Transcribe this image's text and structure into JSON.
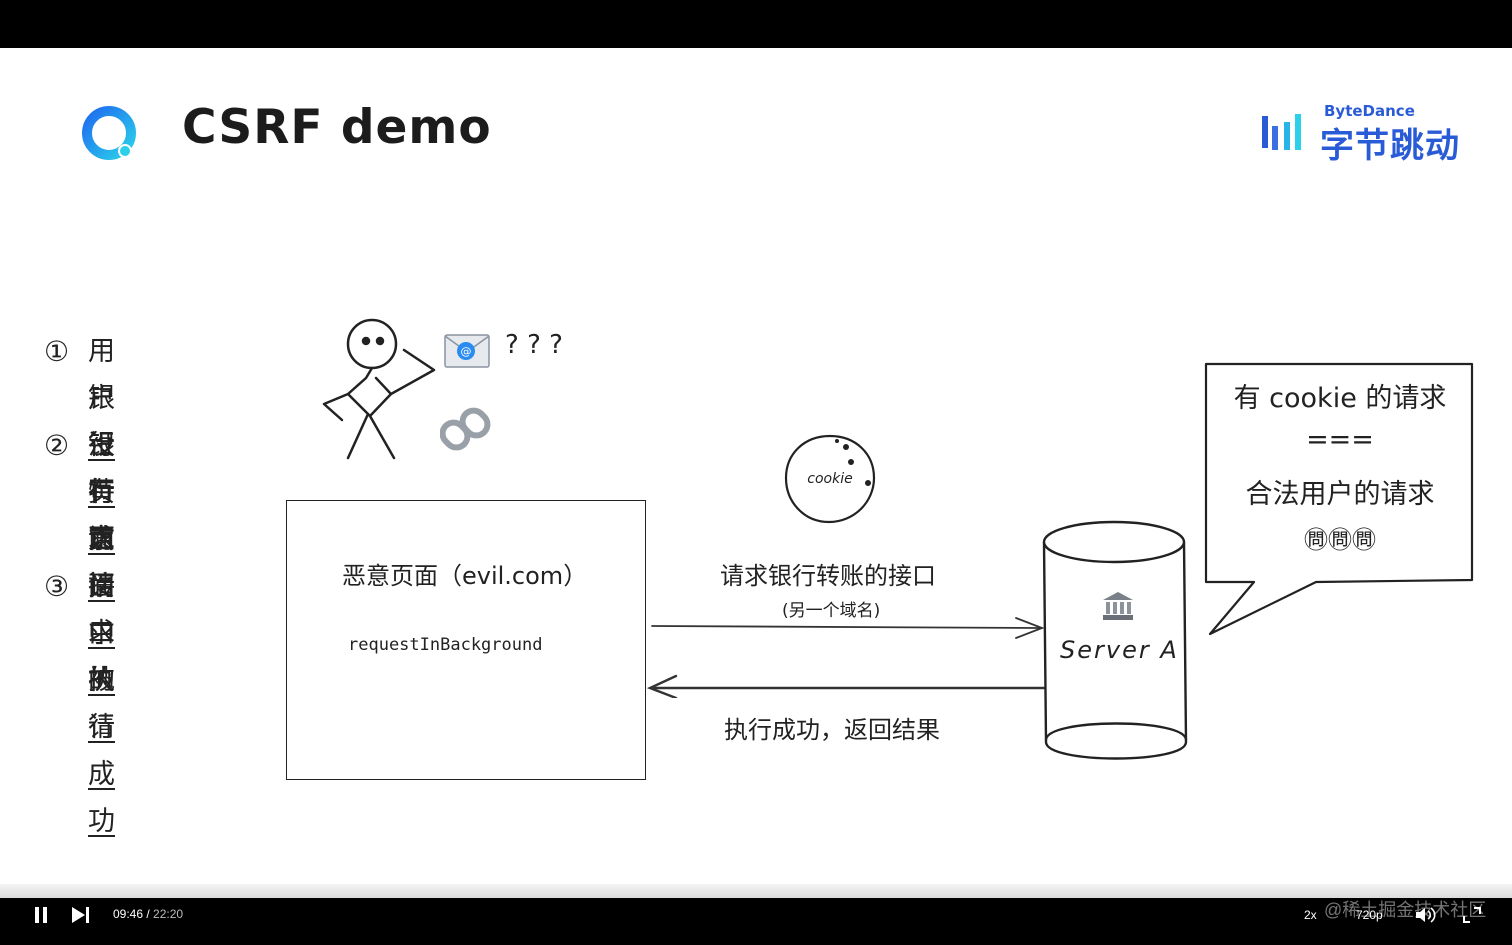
{
  "slide": {
    "title": "CSRF demo",
    "brand": {
      "en": "ByteDance",
      "cn": "字节跳动"
    },
    "steps": [
      {
        "num": "①",
        "line1_pre": "用户",
        "line1_u": "没有",
        "line1_post": "访问",
        "line2": "银行页面"
      },
      {
        "num": "②",
        "line1": "银行页面中的",
        "line2_pre": "特定",
        "line2_u": "接口",
        "line2_post": "被请",
        "line3": "求"
      },
      {
        "num": "③",
        "line1_pre": "请求",
        "line1_u": "执行成功"
      }
    ],
    "question_marks": "? ? ?",
    "mail_symbol": "@",
    "cookie_label": "cookie",
    "evil_page": {
      "title": "恶意页面（evil.com）",
      "code": "requestInBackground"
    },
    "request_label": "请求银行转账的接口",
    "request_sublabel": "(另一个域名)",
    "response_label": "执行成功，返回结果",
    "server_label": "Server A",
    "bubble": {
      "line1": "有 cookie 的请求",
      "line2": "===",
      "line3": "合法用户的请求",
      "line4": "㉄㉄㉄"
    }
  },
  "player": {
    "current_time": "09:46",
    "separator": " / ",
    "total_time": "22:20",
    "speed": "2x",
    "quality": "720p",
    "watermark": "@稀土掘金技术社区",
    "progress_fraction": 0.438
  },
  "colors": {
    "brand_blue": "#2a8cf0",
    "brand_cyan": "#28c8e6"
  }
}
